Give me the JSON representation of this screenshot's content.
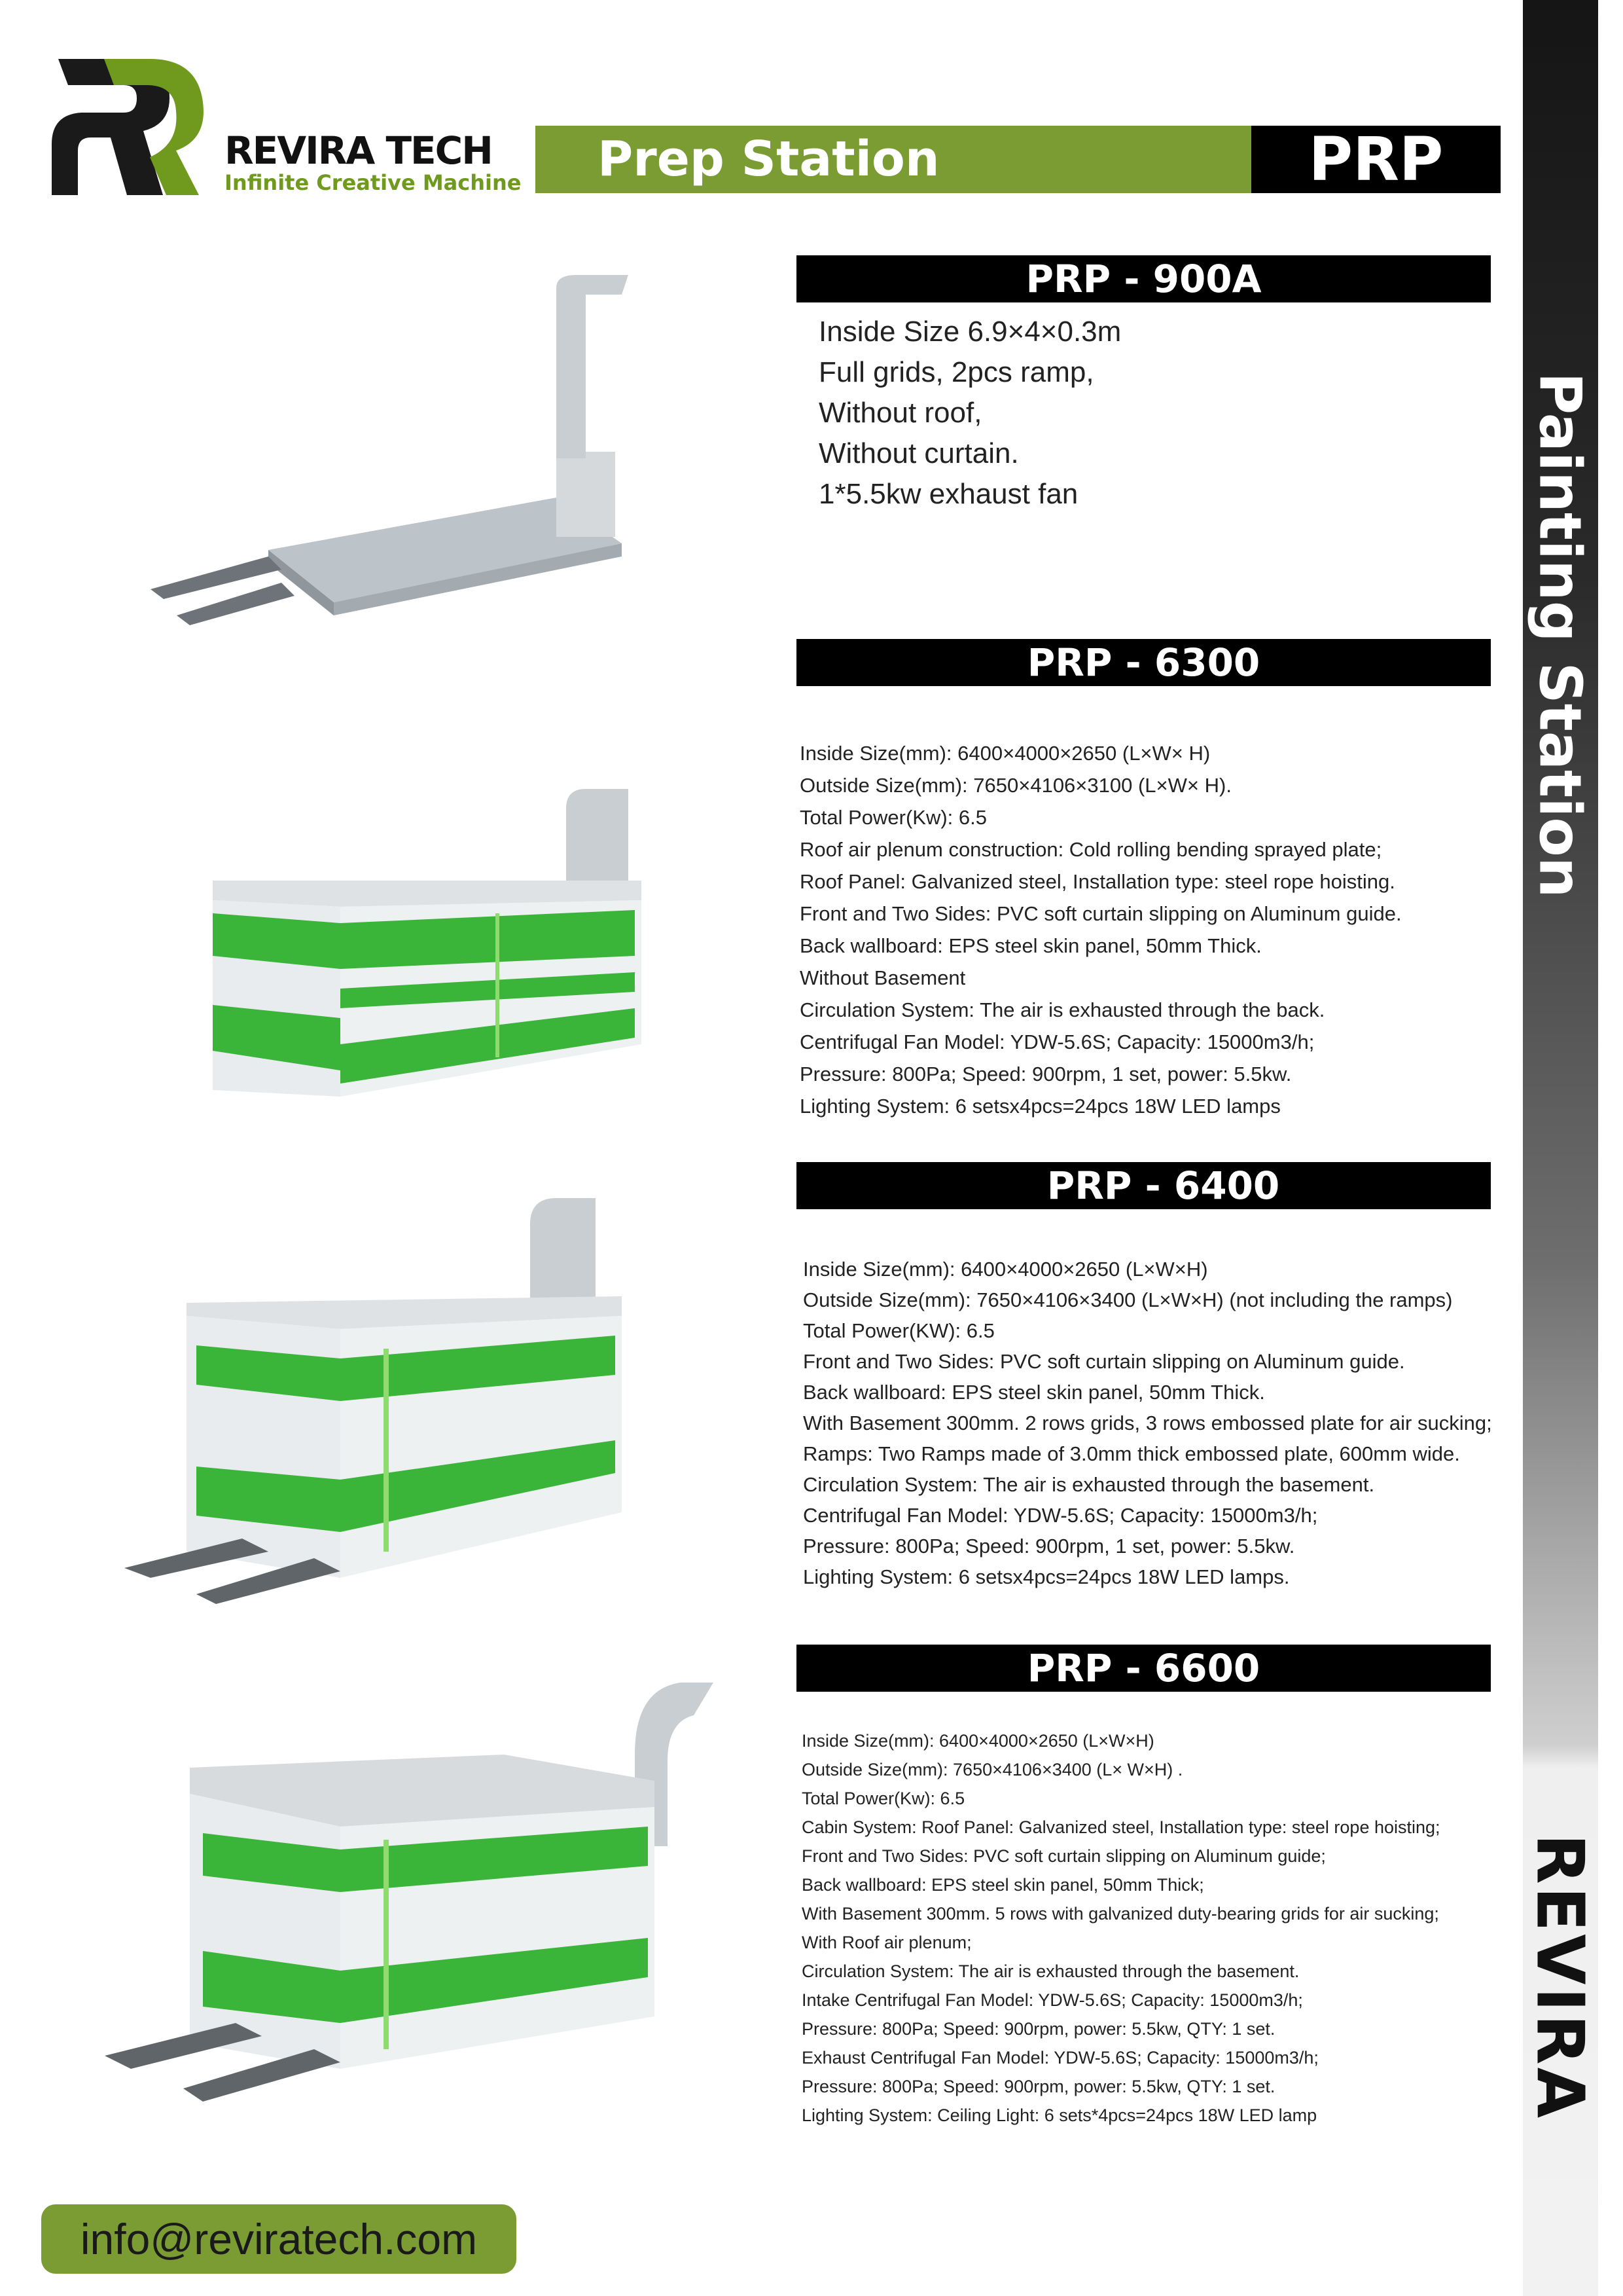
{
  "brand": {
    "name": "REVIRA TECH",
    "tagline": "Infinite Creative Machine",
    "side_logo": "REVIRA"
  },
  "header": {
    "title": "Prep Station",
    "code": "PRP"
  },
  "sidebar": {
    "title": "Painting Station"
  },
  "colors": {
    "accent": "#7a9c33",
    "dark": "#000000"
  },
  "products": [
    {
      "name": "PRP - 900A",
      "specs": [
        "Inside Size 6.9×4×0.3m",
        "Full grids, 2pcs ramp,",
        "Without roof,",
        "Without curtain.",
        "1*5.5kw exhaust fan"
      ]
    },
    {
      "name": "PRP  - 6300",
      "specs": [
        "Inside Size(mm): 6400×4000×2650 (L×W× H)",
        "Outside Size(mm): 7650×4106×3100 (L×W× H).",
        "Total Power(Kw): 6.5",
        "Roof air plenum construction: Cold rolling bending sprayed plate;",
        "Roof Panel: Galvanized steel, Installation type: steel rope hoisting.",
        "Front and Two Sides: PVC soft curtain slipping on Aluminum guide.",
        "Back wallboard: EPS steel skin panel, 50mm Thick.",
        "Without Basement",
        "Circulation System: The air is exhausted through the back.",
        "Centrifugal Fan Model: YDW-5.6S; Capacity: 15000m3/h;",
        "Pressure: 800Pa; Speed: 900rpm, 1 set, power: 5.5kw.",
        "Lighting System: 6 setsx4pcs=24pcs 18W LED lamps"
      ]
    },
    {
      "name": "PRP  - 6400",
      "specs": [
        "Inside Size(mm): 6400×4000×2650 (L×W×H)",
        "Outside Size(mm): 7650×4106×3400 (L×W×H) (not including the ramps)",
        "Total Power(KW): 6.5",
        "Front and Two Sides: PVC soft curtain slipping on Aluminum guide.",
        "Back wallboard: EPS steel skin panel, 50mm Thick.",
        "With Basement 300mm. 2 rows grids, 3 rows embossed plate for air sucking;",
        "Ramps: Two Ramps made of 3.0mm thick embossed plate, 600mm wide.",
        "Circulation System: The air is exhausted through the basement.",
        "Centrifugal Fan Model: YDW-5.6S; Capacity: 15000m3/h;",
        "Pressure: 800Pa; Speed: 900rpm, 1 set, power: 5.5kw.",
        "Lighting System: 6 setsx4pcs=24pcs 18W LED lamps."
      ]
    },
    {
      "name": "PRP - 6600",
      "specs": [
        "Inside Size(mm): 6400×4000×2650 (L×W×H)",
        "Outside Size(mm): 7650×4106×3400 (L× W×H) .",
        "Total Power(Kw): 6.5",
        "Cabin System: Roof Panel: Galvanized steel, Installation type: steel rope hoisting;",
        "Front and Two Sides: PVC soft curtain slipping on Aluminum guide;",
        "Back wallboard: EPS steel skin panel, 50mm Thick;",
        "With Basement 300mm. 5 rows with galvanized duty-bearing grids for air sucking;",
        "With Roof air plenum;",
        "Circulation System: The air is exhausted through the basement.",
        "Intake Centrifugal Fan Model: YDW-5.6S; Capacity: 15000m3/h;",
        "Pressure: 800Pa; Speed: 900rpm, power: 5.5kw, QTY: 1 set.",
        "Exhaust Centrifugal Fan Model: YDW-5.6S; Capacity: 15000m3/h;",
        "Pressure: 800Pa; Speed: 900rpm, power: 5.5kw, QTY: 1 set.",
        "Lighting System: Ceiling Light: 6 sets*4pcs=24pcs 18W LED lamp"
      ]
    }
  ],
  "footer": {
    "email": "info@reviratech.com"
  }
}
